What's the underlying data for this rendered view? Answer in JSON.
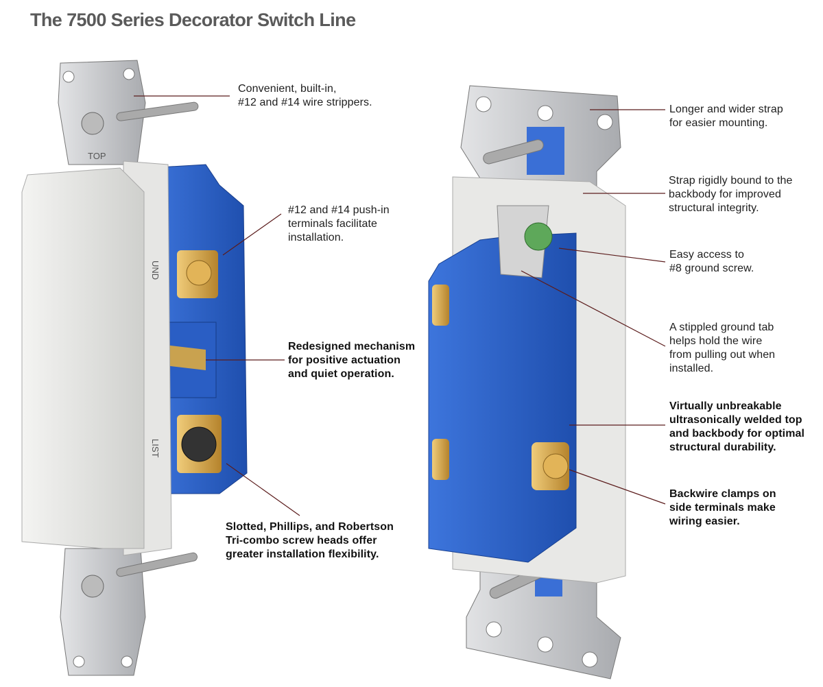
{
  "title": "The 7500 Series Decorator Switch Line",
  "device_markings": {
    "top": "TOP",
    "und": "UND",
    "list": "LIST"
  },
  "callouts_left": [
    {
      "text": "Convenient, built-in,\n#12 and #14 wire strippers.",
      "bold": false
    },
    {
      "text": "#12 and #14 push-in\nterminals facilitate\ninstallation.",
      "bold": false
    },
    {
      "text": "Redesigned mechanism\nfor positive actuation\nand quiet operation.",
      "bold": true
    },
    {
      "text": "Slotted, Phillips, and Robertson\nTri-combo screw heads offer\ngreater installation flexibility.",
      "bold": true
    }
  ],
  "callouts_right": [
    {
      "text": "Longer and wider strap\nfor easier mounting.",
      "bold": false
    },
    {
      "text": "Strap rigidly bound to the\nbackbody for improved\nstructural integrity.",
      "bold": false
    },
    {
      "text": "Easy access to\n#8 ground screw.",
      "bold": false
    },
    {
      "text": "A stippled ground tab\nhelps hold the wire\nfrom pulling out when\ninstalled.",
      "bold": false
    },
    {
      "text": "Virtually unbreakable\nultrasonically welded top\nand backbody for optimal\nstructural durability.",
      "bold": true
    },
    {
      "text": "Backwire clamps on\nside terminals make\nwiring easier.",
      "bold": true
    }
  ],
  "colors": {
    "blue": "#2f62c8",
    "strap": "#c9cbcf",
    "brass": "#d7a64a",
    "white": "#eeeeec"
  }
}
